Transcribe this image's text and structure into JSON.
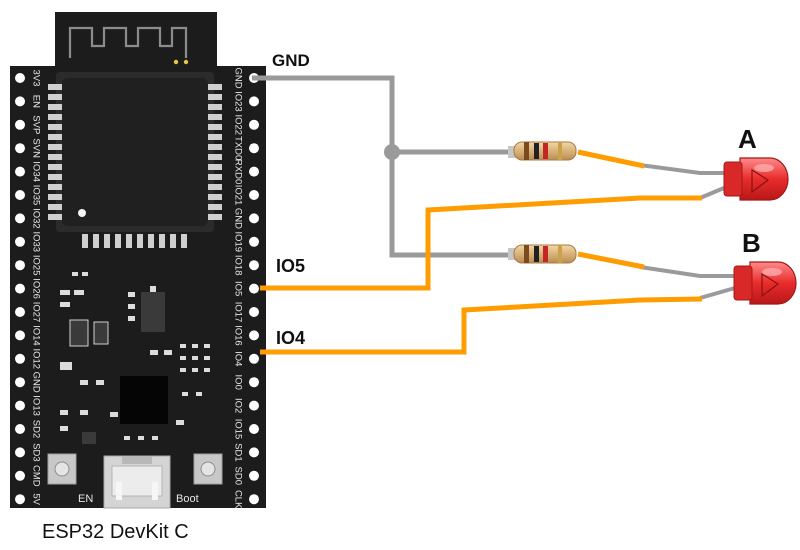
{
  "board": {
    "caption": "ESP32 DevKit C",
    "left_pins": [
      "3V3",
      "EN",
      "SVP",
      "SVN",
      "IO34",
      "IO35",
      "IO32",
      "IO33",
      "IO25",
      "IO26",
      "IO27",
      "IO14",
      "IO12",
      "GND",
      "IO13",
      "SD2",
      "SD3",
      "CMD",
      "5V"
    ],
    "right_pins": [
      "GND",
      "IO23",
      "IO22",
      "TXD0",
      "RXD0",
      "IO21",
      "GND",
      "IO19",
      "IO18",
      "IO5",
      "IO17",
      "IO16",
      "IO4",
      "IO0",
      "IO2",
      "IO15",
      "SD1",
      "SD0",
      "CLK"
    ],
    "button_en": "EN",
    "button_boot": "Boot"
  },
  "wires": {
    "gnd_label": "GND",
    "io5_label": "IO5",
    "io4_label": "IO4",
    "gnd_color": "#9a9a9a",
    "signal_color": "#ff9c00"
  },
  "leds": {
    "a_label": "A",
    "b_label": "B",
    "color": "#e83a3a"
  }
}
